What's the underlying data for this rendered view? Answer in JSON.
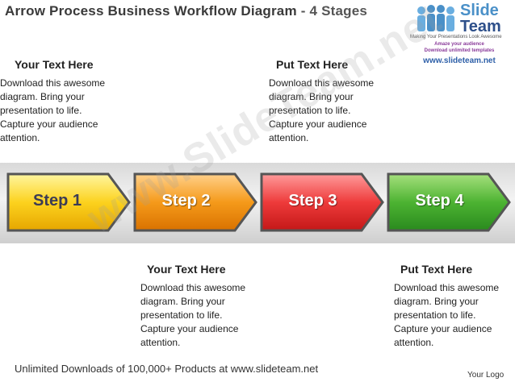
{
  "header": {
    "title": "Arrow Process Business Workflow Diagram",
    "subtitle": "- 4 Stages"
  },
  "logo": {
    "brand_top": "Slide",
    "brand_bottom": "Team",
    "tagline": "Making Your Presentations Look Awesome",
    "line1": "Amaze your audience",
    "line2": "Download unlimited templates",
    "url": "www.slideteam.net"
  },
  "blocks": [
    {
      "heading": "Your Text Here",
      "body": "Download this awesome diagram. Bring your presentation to life. Capture your audience attention."
    },
    {
      "heading": "Your Text Here",
      "body": "Download this awesome diagram. Bring your presentation to life. Capture your audience attention."
    },
    {
      "heading": "Put Text Here",
      "body": "Download this awesome diagram. Bring your presentation to life. Capture your audience attention."
    },
    {
      "heading": "Put Text Here",
      "body": "Download this awesome diagram. Bring your presentation to life. Capture your audience attention."
    }
  ],
  "steps": [
    {
      "label": "Step 1",
      "color_top": "#fff176",
      "color_bottom": "#f2b600"
    },
    {
      "label": "Step 2",
      "color_top": "#ffcf7a",
      "color_bottom": "#e67e00"
    },
    {
      "label": "Step 3",
      "color_top": "#ff8a8a",
      "color_bottom": "#c81a1a"
    },
    {
      "label": "Step 4",
      "color_top": "#8fd36b",
      "color_bottom": "#2e8f22"
    }
  ],
  "watermark": "www.SlideTeam.net",
  "footer": "Unlimited Downloads of 100,000+ Products at www.slideteam.net",
  "your_logo": "Your Logo"
}
